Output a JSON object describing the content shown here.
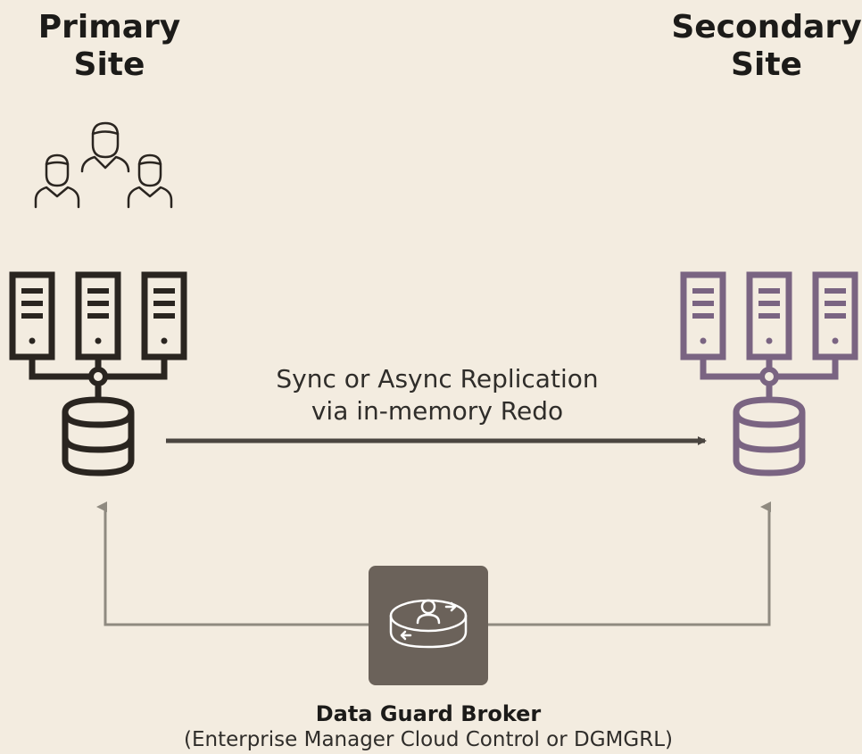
{
  "primary_site": {
    "title_line1": "Primary",
    "title_line2": "Site"
  },
  "secondary_site": {
    "title_line1": "Secondary",
    "title_line2": "Site"
  },
  "replication": {
    "line1": "Sync or Async Replication",
    "line2": "via in-memory Redo"
  },
  "broker": {
    "title": "Data Guard Broker",
    "subtitle": "(Enterprise Manager Cloud Control or DGMGRL)"
  },
  "colors": {
    "background": "#f3ece0",
    "primary_icon": "#2a2520",
    "secondary_icon": "#7a6482",
    "arrow": "#4a4540",
    "control_line": "#8f8a80",
    "broker_box": "#6b625a"
  },
  "icons": [
    "users-icon",
    "server-icon",
    "database-icon",
    "data-guard-broker-icon"
  ]
}
